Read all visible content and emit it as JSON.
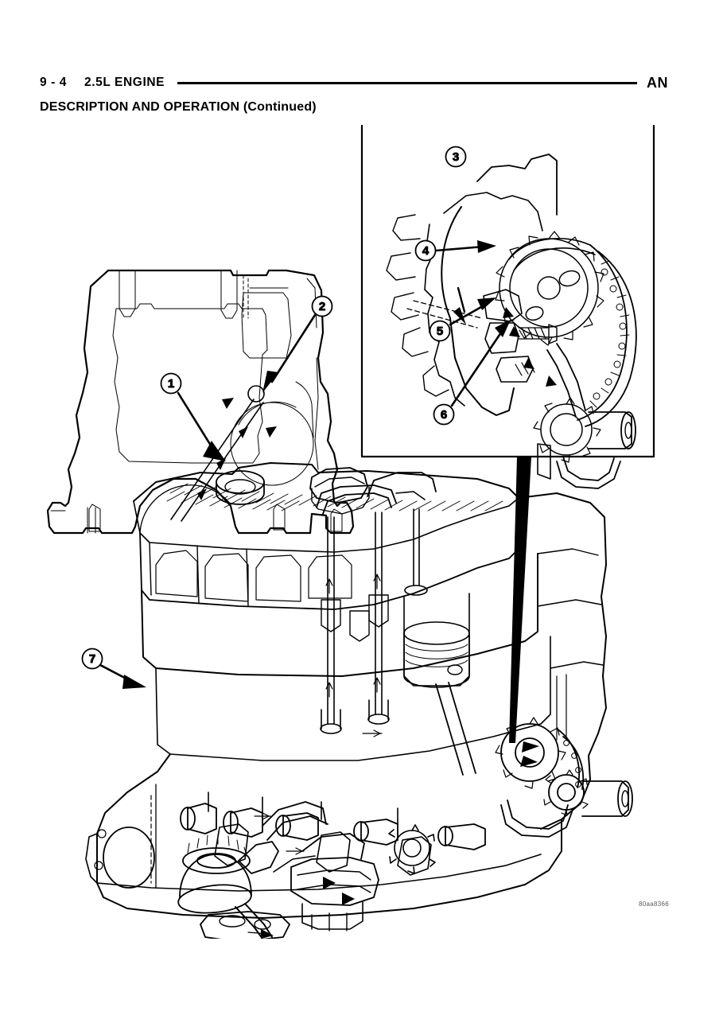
{
  "header": {
    "page_number": "9 - 4",
    "section_title": "2.5L ENGINE",
    "manual_code": "AN"
  },
  "section_heading": "DESCRIPTION AND OPERATION (Continued)",
  "figure": {
    "code": "80aa8366",
    "callouts": [
      {
        "id": "1",
        "label": "1"
      },
      {
        "id": "2",
        "label": "2"
      },
      {
        "id": "3",
        "label": "3"
      },
      {
        "id": "4",
        "label": "4"
      },
      {
        "id": "5",
        "label": "5"
      },
      {
        "id": "6",
        "label": "6"
      },
      {
        "id": "7",
        "label": "7"
      }
    ]
  }
}
